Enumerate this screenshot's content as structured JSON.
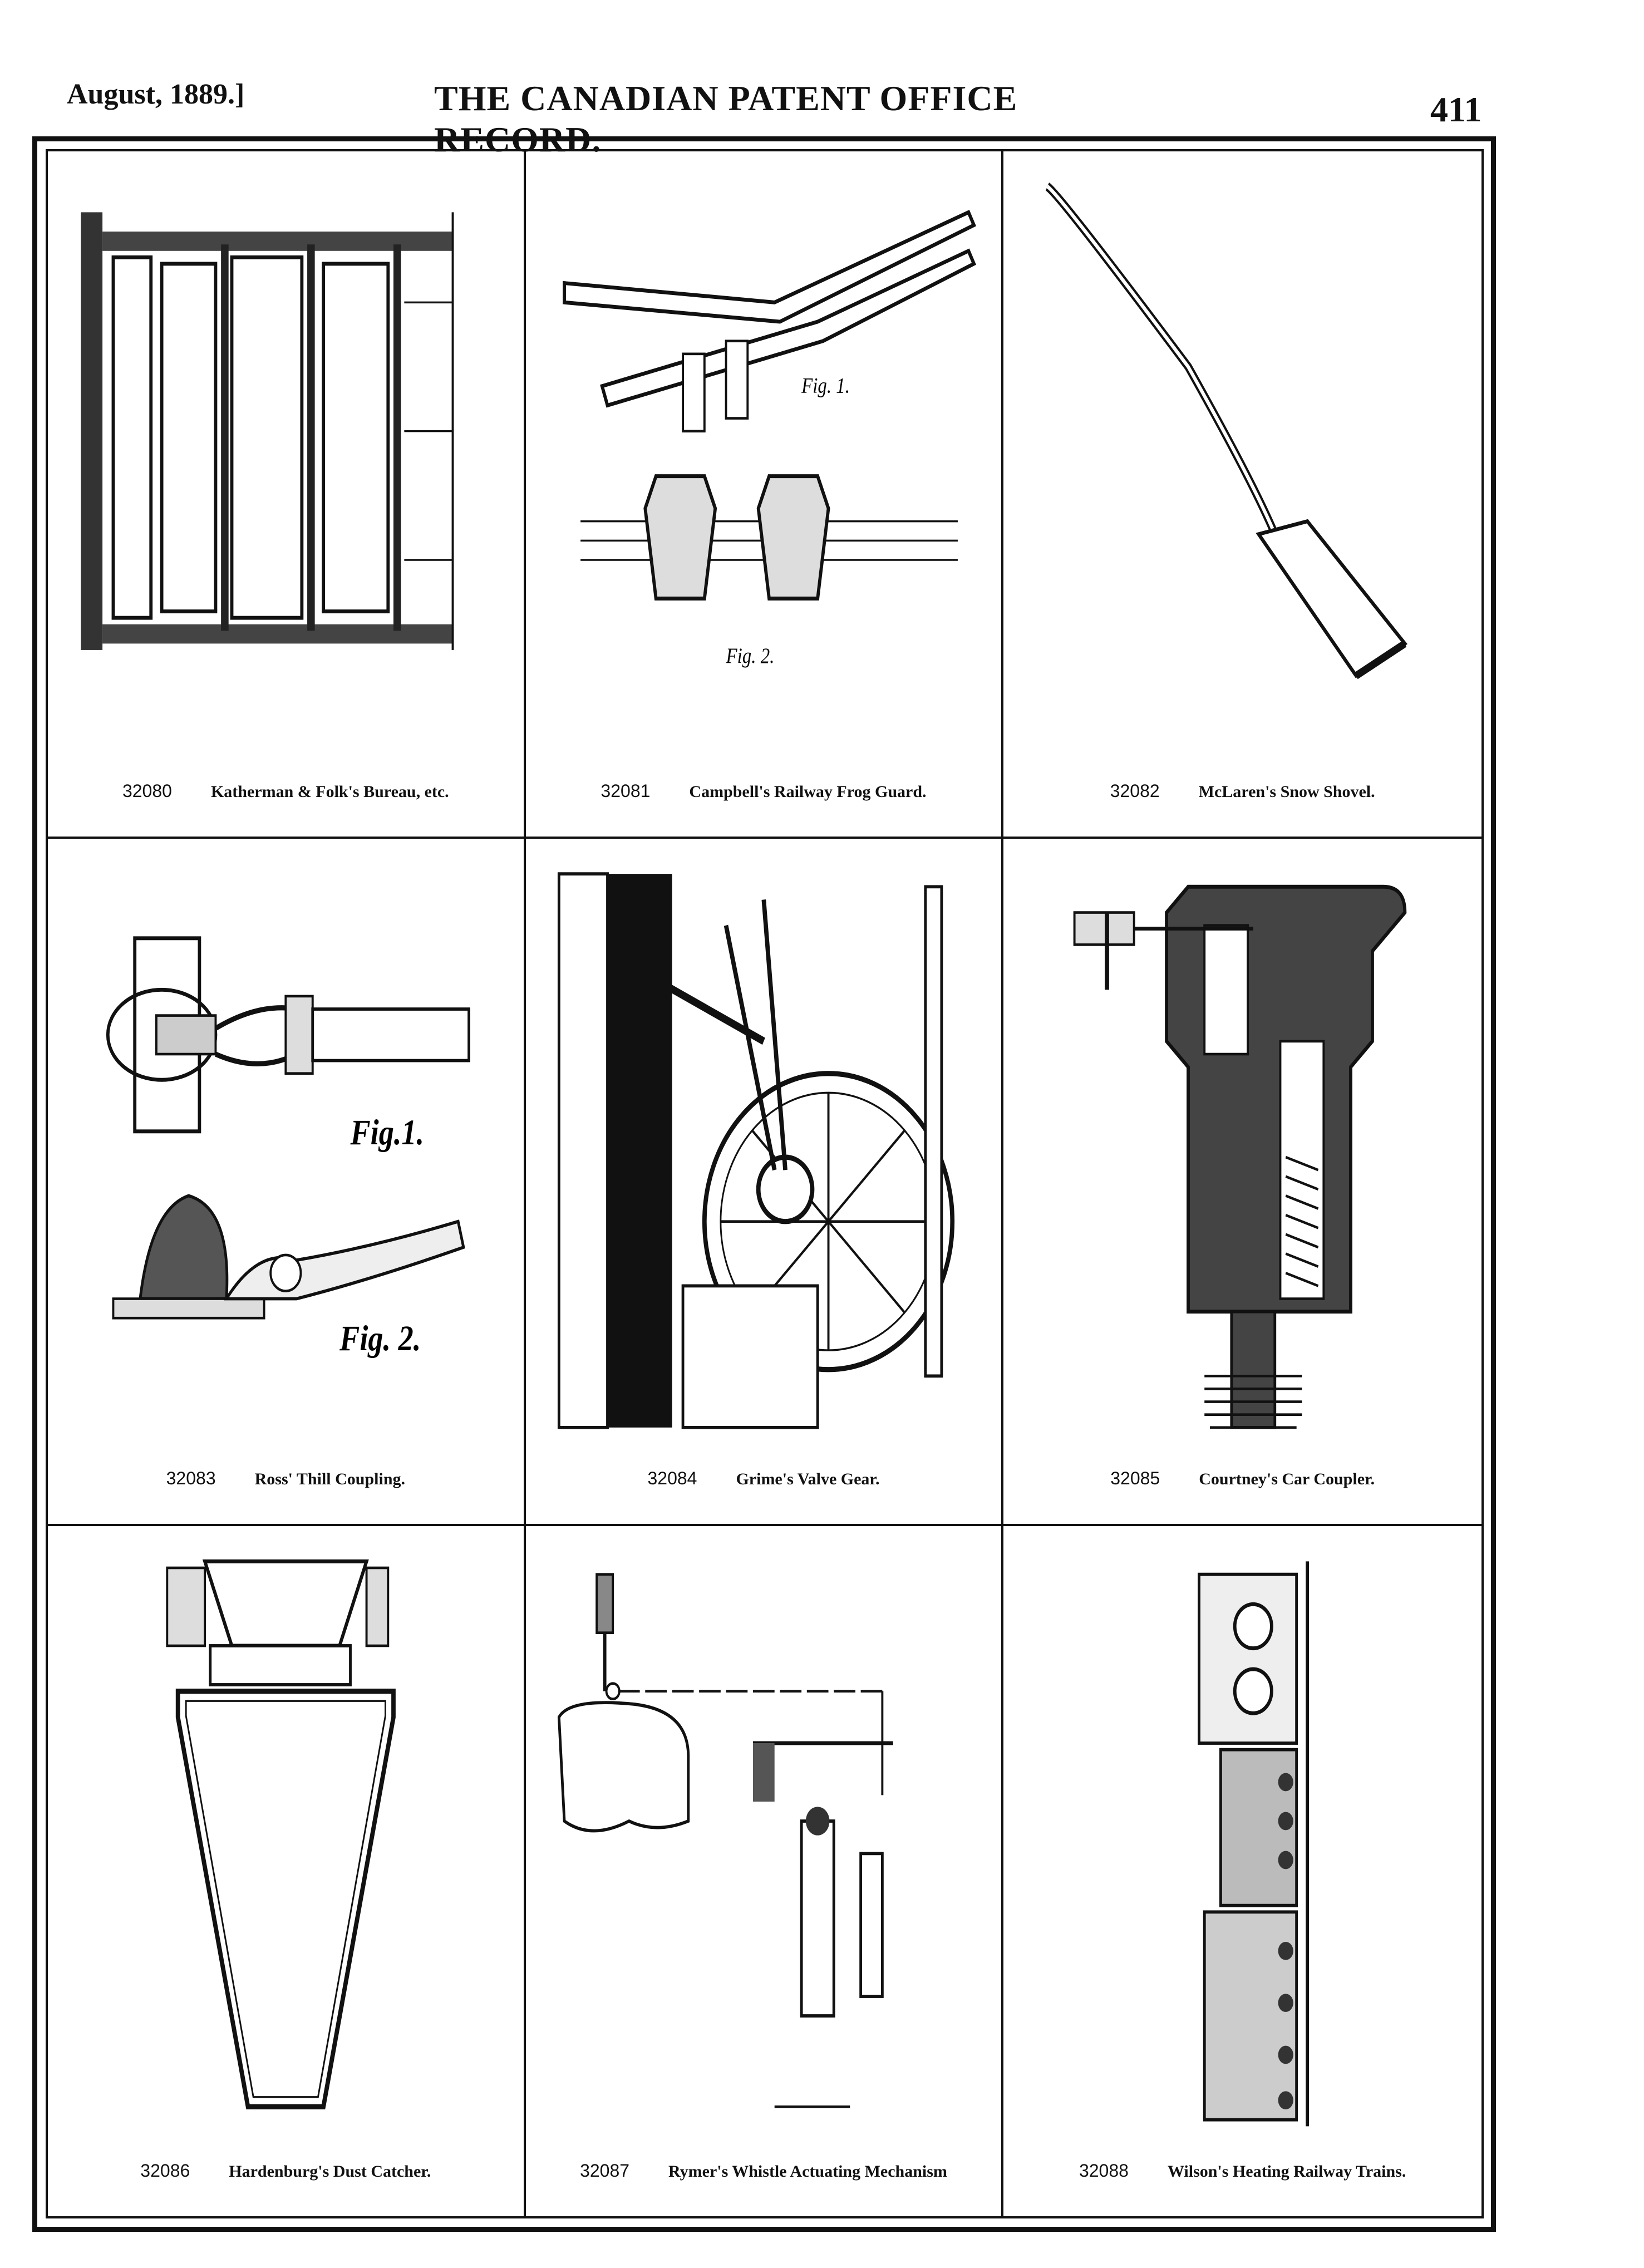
{
  "header": {
    "date": "August, 1889.]",
    "title": "THE CANADIAN PATENT OFFICE RECORD.",
    "page_number": "411"
  },
  "patents": [
    {
      "number": "32080",
      "title": "Katherman & Folk's Bureau, etc."
    },
    {
      "number": "32081",
      "title": "Campbell's Railway Frog Guard."
    },
    {
      "number": "32082",
      "title": "McLaren's Snow Shovel."
    },
    {
      "number": "32083",
      "title": "Ross' Thill Coupling."
    },
    {
      "number": "32084",
      "title": "Grime's Valve Gear."
    },
    {
      "number": "32085",
      "title": "Courtney's Car Coupler."
    },
    {
      "number": "32086",
      "title": "Hardenburg's Dust Catcher."
    },
    {
      "number": "32087",
      "title": "Rymer's Whistle Actuating Mechanism"
    },
    {
      "number": "32088",
      "title": "Wilson's Heating Railway Trains."
    }
  ],
  "figure_labels": {
    "frog_fig1": "Fig. 1.",
    "frog_fig2": "Fig. 2.",
    "thill_fig1": "Fig.1.",
    "thill_fig2": "Fig. 2."
  }
}
